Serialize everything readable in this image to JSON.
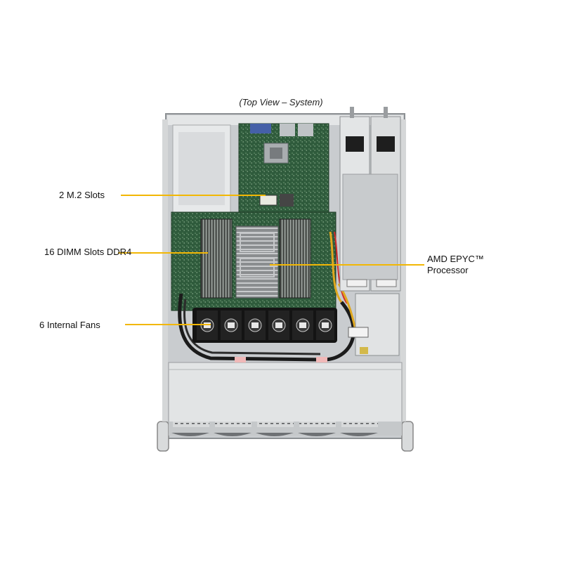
{
  "caption": "(Top View – System)",
  "callouts": {
    "m2": "2 M.2 Slots",
    "dimm": "16 DIMM  Slots DDR4",
    "fans": "6 Internal  Fans",
    "cpu": "AMD EPYC™ Processor"
  },
  "colors": {
    "callout_line": "#f2b705",
    "chassis": "#cfd2d4",
    "board": "#2f5b3c",
    "fan": "#141414"
  }
}
